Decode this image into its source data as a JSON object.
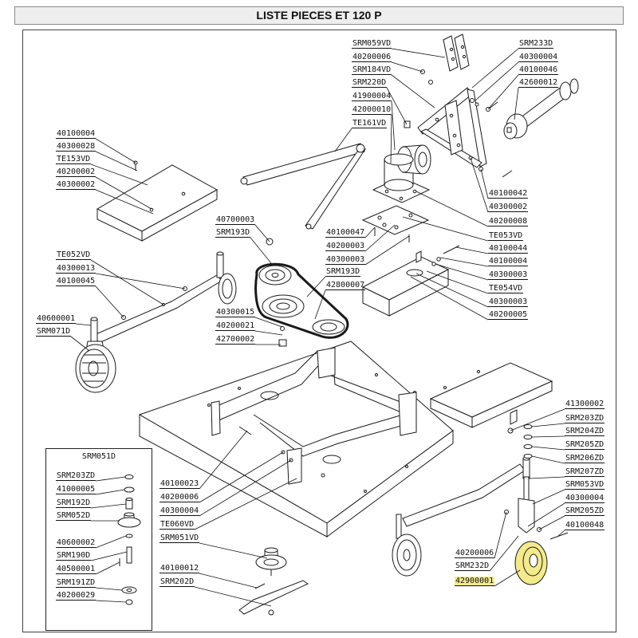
{
  "title": "LISTE PIECES ET 120 P",
  "colors": {
    "highlight": "#f3ea8c"
  },
  "labels": {
    "top_center": [
      "SRM059VD",
      "40200006",
      "SRM184VD",
      "SRM220D",
      "41900004",
      "42000010",
      "TE161VD"
    ],
    "top_right": [
      "SRM233D",
      "40300004",
      "40100046",
      "42600012"
    ],
    "upper_left": [
      "40100004",
      "40300028",
      "TE153VD",
      "40200002",
      "40300002"
    ],
    "gearbox_right": [
      "40100042",
      "40300002",
      "40200008",
      "TE053VD"
    ],
    "pulley_left": [
      "40700003",
      "SRM193D"
    ],
    "pulley_center": [
      "40100047",
      "40200003",
      "40300003",
      "SRM193D",
      "42800007"
    ],
    "bracket_right": [
      "40100044",
      "40100004",
      "40300003",
      "TE054VD",
      "40300003",
      "40200005"
    ],
    "front_wheel_left": [
      "TE052VD",
      "40300013",
      "40100045"
    ],
    "castor_left": [
      "40600001",
      "SRM071D"
    ],
    "deck_top": [
      "40300015",
      "40200021",
      "42700002"
    ],
    "rear_wheel_right": [
      "41300002",
      "SRM203ZD",
      "SRM204ZD",
      "SRM205ZD",
      "SRM206ZD",
      "SRM207ZD",
      "SRM053VD",
      "40300004",
      "SRM205ZD",
      "40100048"
    ],
    "deck_bottom": [
      "40100023",
      "40200006",
      "40300004",
      "TE060VD",
      "SRM051VD"
    ],
    "blade": [
      "40100012",
      "SRM202D"
    ],
    "wheel_right": [
      "40200006",
      "SRM232D",
      "42900001"
    ]
  },
  "inset": {
    "title": "SRM051D",
    "labels": [
      "SRM203ZD",
      "41000005",
      "SRM192D",
      "SRM052D",
      "40600002",
      "SRM190D",
      "40500001",
      "SRM191ZD",
      "40200029"
    ]
  }
}
